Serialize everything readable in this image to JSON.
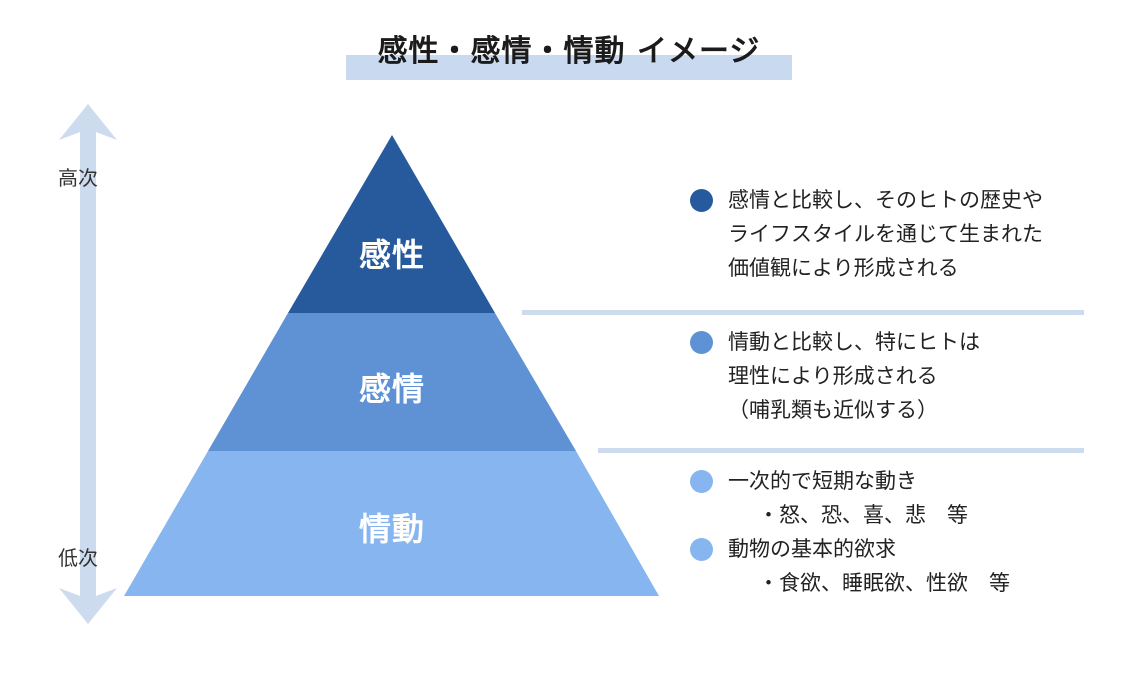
{
  "title": "感性・感情・情動 イメージ",
  "axis": {
    "high": "高次",
    "low": "低次"
  },
  "colors": {
    "top": "#275a9c",
    "middle": "#5f92d4",
    "bottom": "#86b5ef",
    "arrow": "#cddbef",
    "title_band": "#c9daf0"
  },
  "pyramid": [
    {
      "label": "感性"
    },
    {
      "label": "感情"
    },
    {
      "label": "情動"
    }
  ],
  "descriptions": {
    "top": {
      "lines": [
        "感情と比較し、そのヒトの歴史や",
        "ライフスタイルを通じて生まれた",
        "価値観により形成される"
      ]
    },
    "middle": {
      "lines": [
        "情動と比較し、特にヒトは",
        "理性により形成される",
        "（哺乳類も近似する）"
      ]
    },
    "bottom": {
      "item1": "一次的で短期な動き",
      "item1_sub": "・怒、恐、喜、悲　等",
      "item2": "動物の基本的欲求",
      "item2_sub": "・食欲、睡眠欲、性欲　等"
    }
  }
}
